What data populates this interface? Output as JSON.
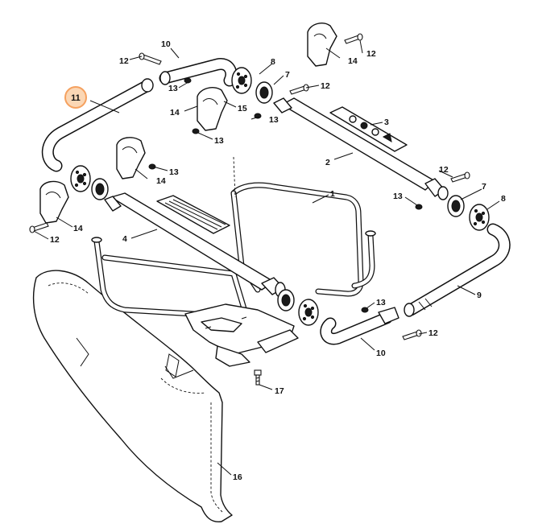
{
  "diagram": {
    "highlight_color": "#f5a15f",
    "line_color": "#111111",
    "background": "#ffffff",
    "callouts": [
      {
        "id": "c11",
        "label": "11",
        "highlighted": true
      },
      {
        "id": "c10a",
        "label": "10"
      },
      {
        "id": "c12a",
        "label": "12"
      },
      {
        "id": "c8a",
        "label": "8"
      },
      {
        "id": "c7a",
        "label": "7"
      },
      {
        "id": "c13a",
        "label": "13"
      },
      {
        "id": "c14a",
        "label": "14"
      },
      {
        "id": "c15",
        "label": "15"
      },
      {
        "id": "c13b",
        "label": "13"
      },
      {
        "id": "c14b",
        "label": "14"
      },
      {
        "id": "c12b",
        "label": "12"
      },
      {
        "id": "c12c",
        "label": "12"
      },
      {
        "id": "c13c",
        "label": "13"
      },
      {
        "id": "c3",
        "label": "3"
      },
      {
        "id": "c2",
        "label": "2"
      },
      {
        "id": "c13d",
        "label": "13"
      },
      {
        "id": "c14c",
        "label": "14"
      },
      {
        "id": "c14d",
        "label": "14"
      },
      {
        "id": "c12d",
        "label": "12"
      },
      {
        "id": "c12e",
        "label": "12"
      },
      {
        "id": "c7b",
        "label": "7"
      },
      {
        "id": "c13e",
        "label": "13"
      },
      {
        "id": "c8b",
        "label": "8"
      },
      {
        "id": "c1",
        "label": "1"
      },
      {
        "id": "c4",
        "label": "4"
      },
      {
        "id": "c9",
        "label": "9"
      },
      {
        "id": "c13f",
        "label": "13"
      },
      {
        "id": "c12f",
        "label": "12"
      },
      {
        "id": "c10b",
        "label": "10"
      },
      {
        "id": "c17",
        "label": "17"
      },
      {
        "id": "c16",
        "label": "16"
      }
    ]
  }
}
